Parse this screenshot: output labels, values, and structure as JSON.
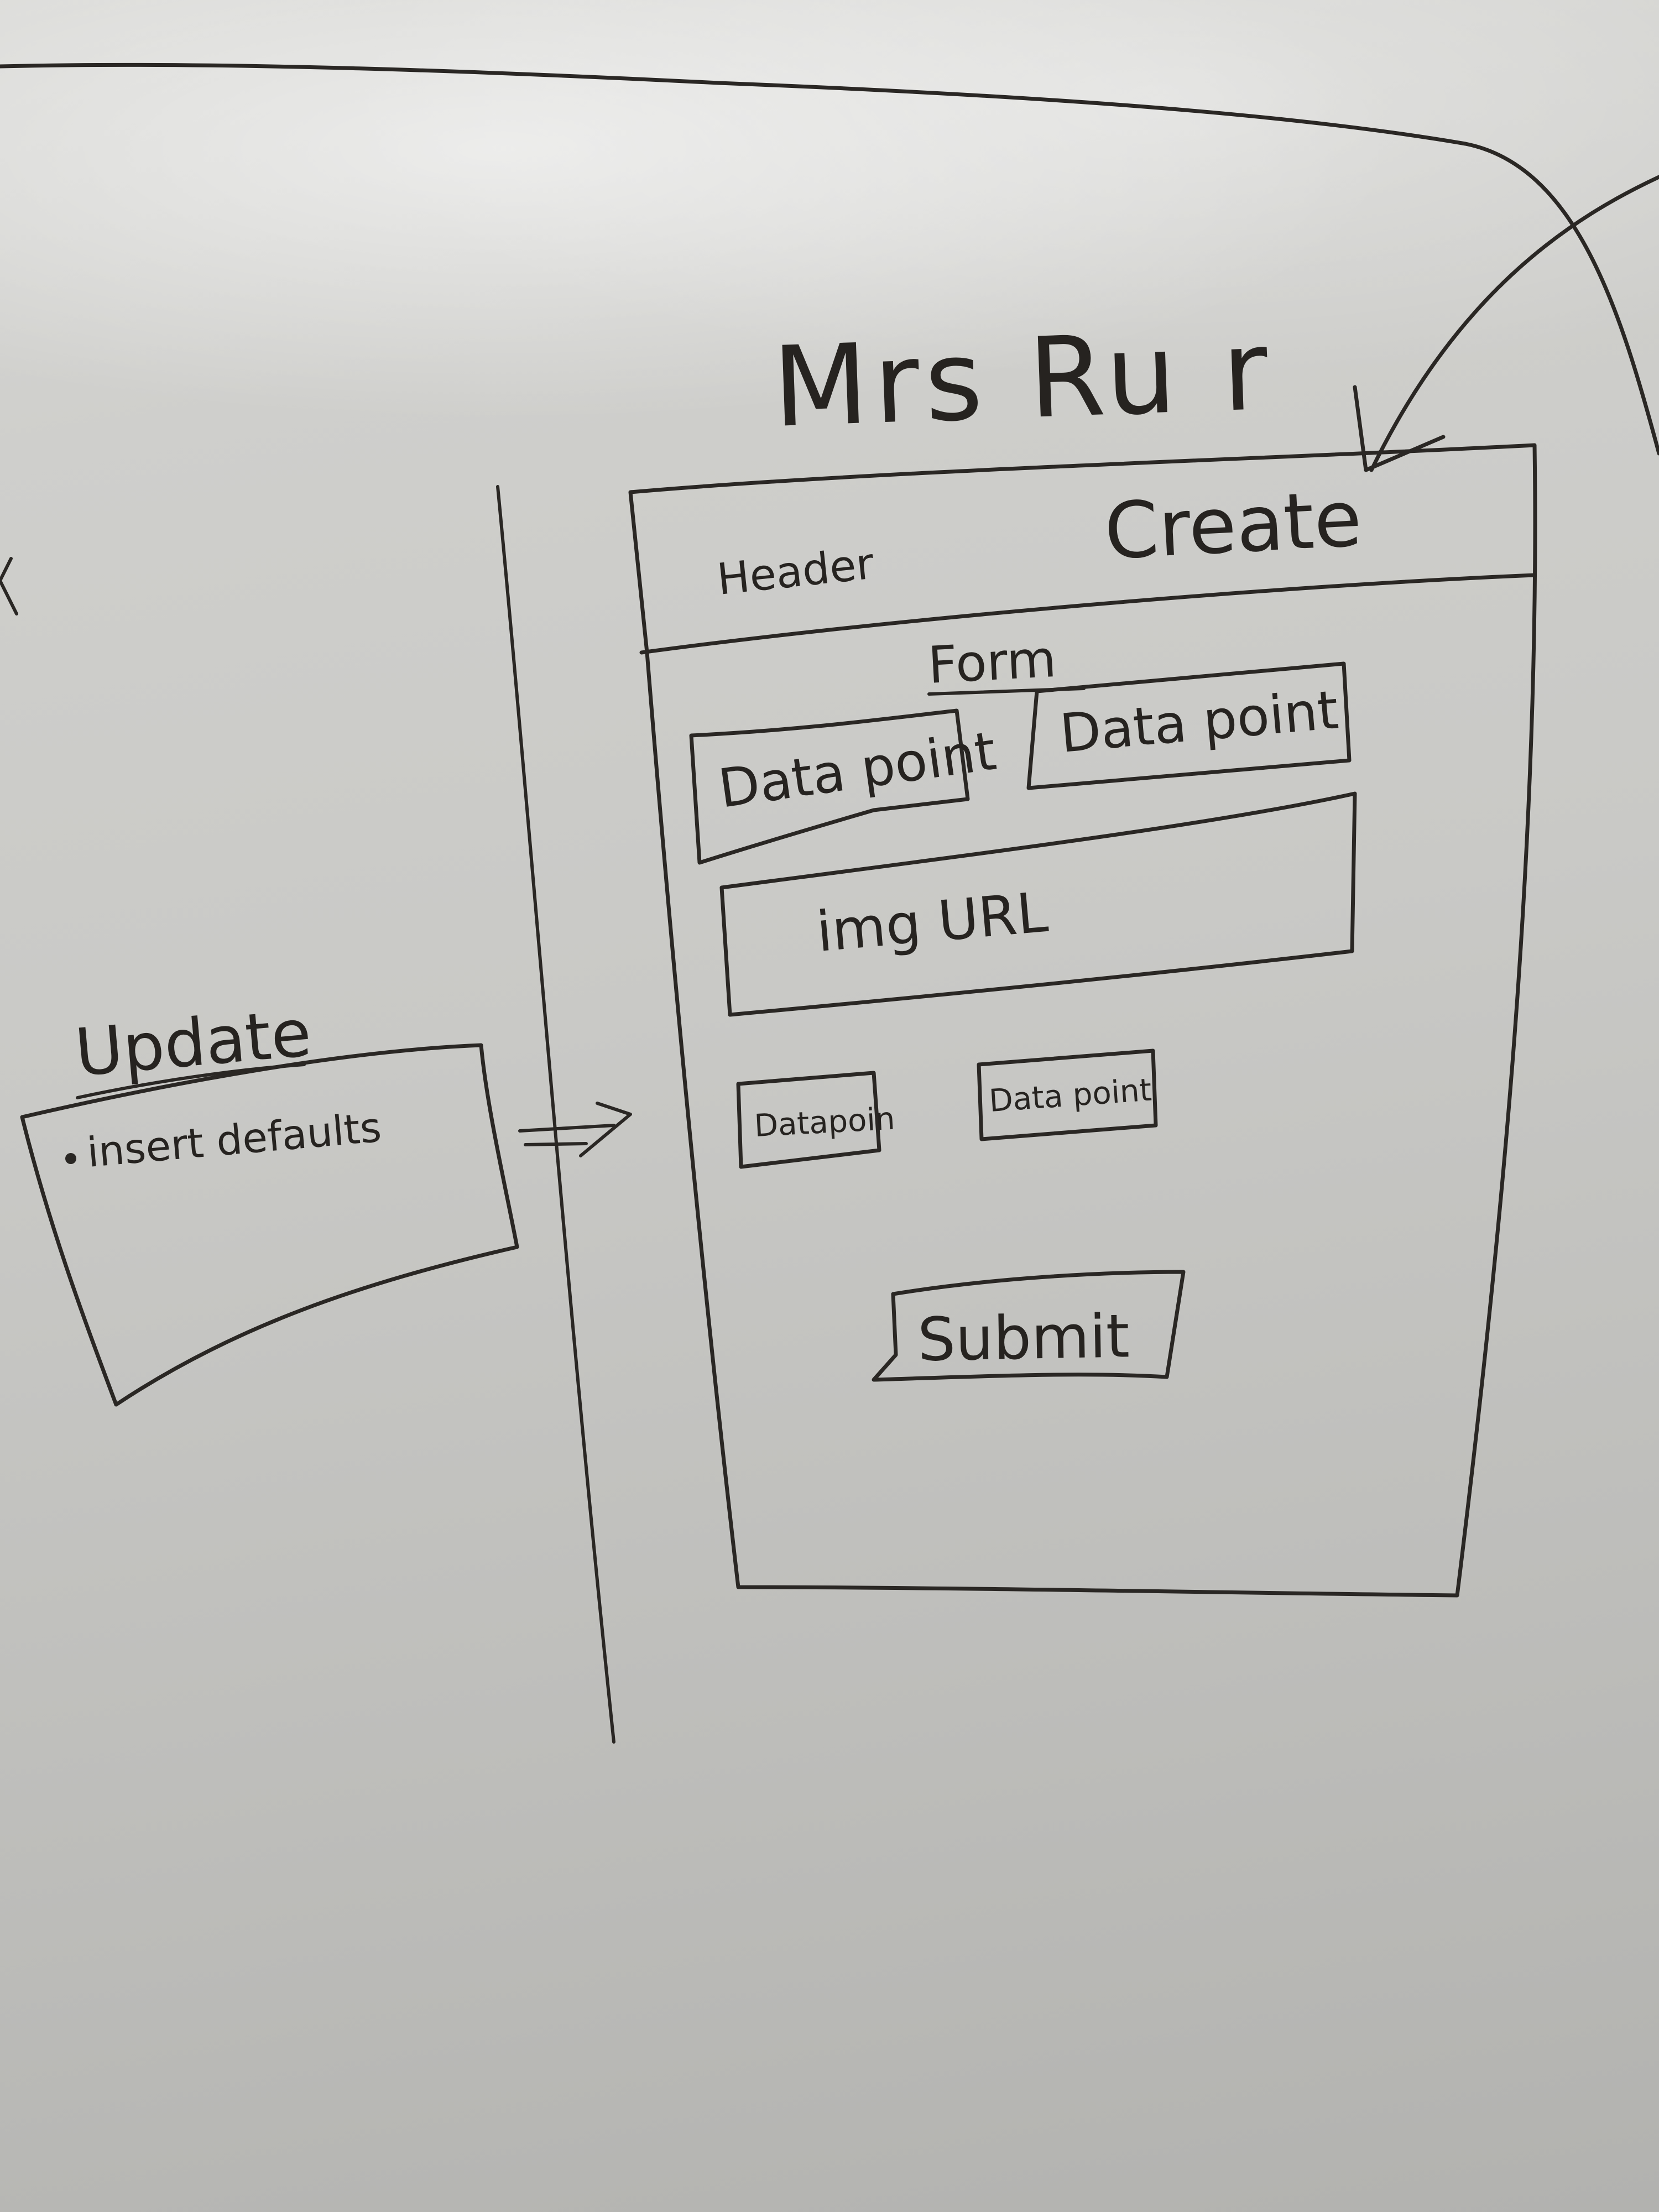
{
  "title": "Mrs Ru r",
  "mockup": {
    "header_label": "Header",
    "create_label": "Create",
    "form_label": "Form",
    "datapoints_row1": [
      "Data point",
      "Data point"
    ],
    "img_url_label": "img URL",
    "datapoints_row2": [
      "Datapoin",
      "Data point"
    ],
    "submit_label": "Submit"
  },
  "update_panel": {
    "title": "Update",
    "bullet": "insert defaults"
  },
  "colors": {
    "ink": "#2a2724",
    "board": "#cfcfcc"
  }
}
